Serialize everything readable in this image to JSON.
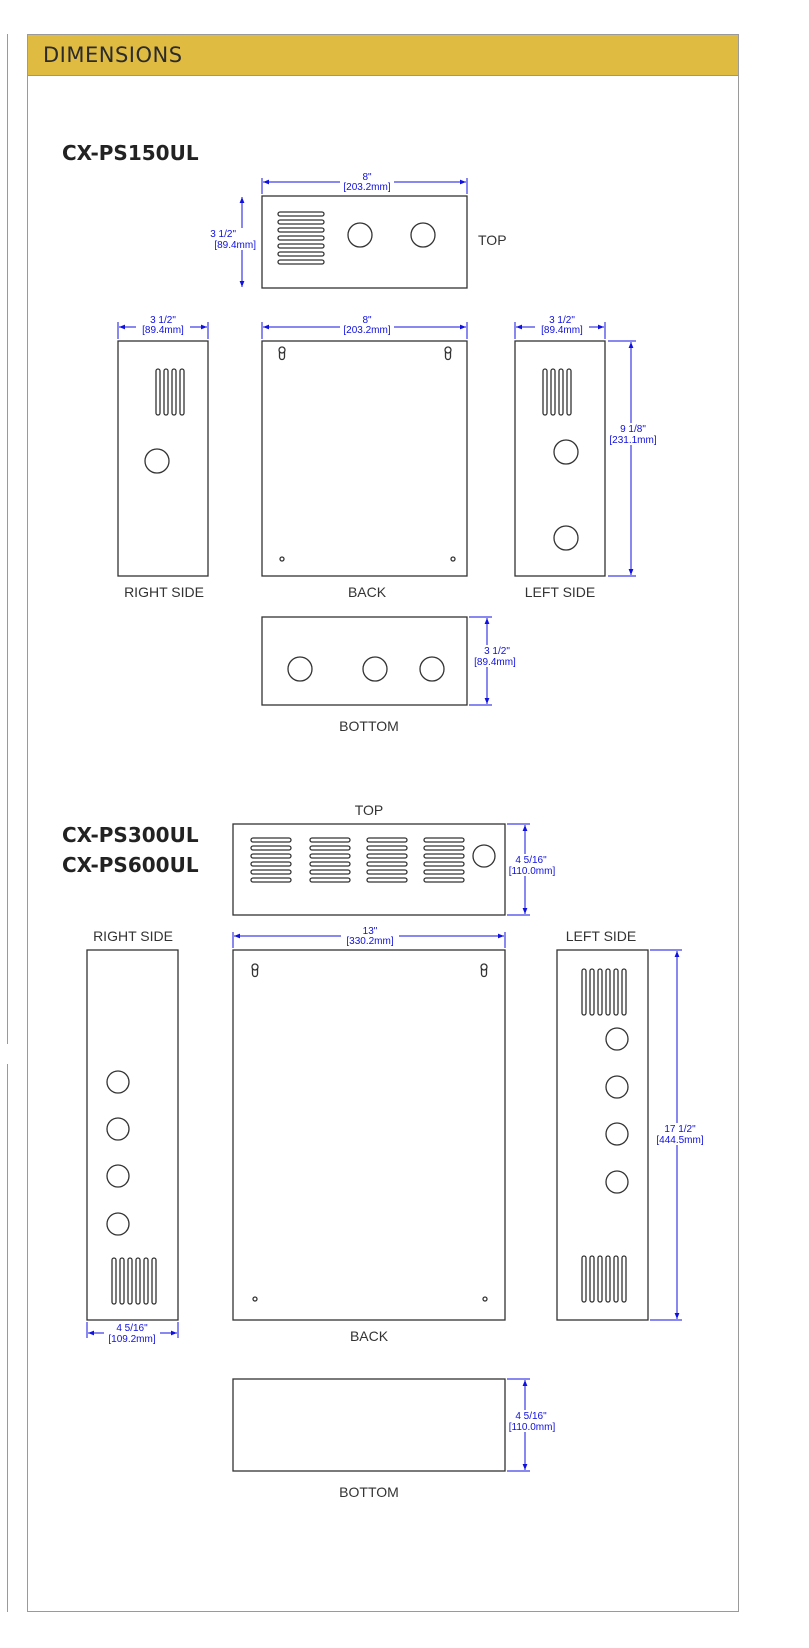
{
  "header": {
    "title": "DIMENSIONS"
  },
  "colors": {
    "header_bg": "#e0bb42",
    "dimension_line": "#1010e0",
    "outline": "#333333"
  },
  "model_a": {
    "name": "CX-PS150UL",
    "views": {
      "top": "TOP",
      "right": "RIGHT SIDE",
      "back": "BACK",
      "left": "LEFT SIDE",
      "bottom": "BOTTOM"
    },
    "dims": {
      "width_in": "8\"",
      "width_mm": "[203.2mm]",
      "depth_in": "3 1/2\"",
      "depth_mm": "[89.4mm]",
      "height_in": "9 1/8\"",
      "height_mm": "[231.1mm]"
    }
  },
  "model_b": {
    "names": [
      "CX-PS300UL",
      "CX-PS600UL"
    ],
    "views": {
      "top": "TOP",
      "right": "RIGHT SIDE",
      "back": "BACK",
      "left": "LEFT SIDE",
      "bottom": "BOTTOM"
    },
    "dims": {
      "width_in": "13\"",
      "width_mm": "[330.2mm]",
      "depth_in": "4 5/16\"",
      "depth_mm": "[110.0mm]",
      "side_depth_mm": "[109.2mm]",
      "height_in": "17 1/2\"",
      "height_mm": "[444.5mm]"
    }
  }
}
